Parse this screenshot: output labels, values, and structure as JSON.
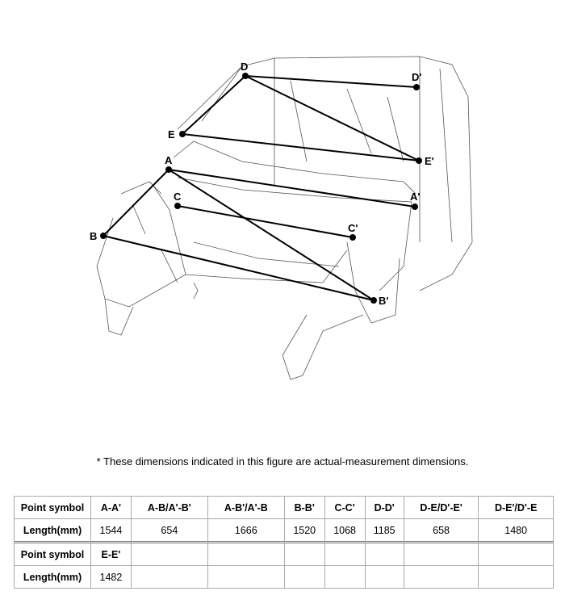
{
  "points": {
    "D": "D",
    "D_prime": "D'",
    "E": "E",
    "E_prime": "E'",
    "A": "A",
    "A_prime": "A'",
    "C": "C",
    "C_prime": "C'",
    "B": "B",
    "B_prime": "B'"
  },
  "note": "*  These dimensions indicated in this figure are actual-measurement dimensions.",
  "table": {
    "rows": [
      [
        "Point symbol",
        "A-A'",
        "A-B/A'-B'",
        "A-B'/A'-B",
        "B-B'",
        "C-C'",
        "D-D'",
        "D-E/D'-E'",
        "D-E'/D'-E"
      ],
      [
        "Length(mm)",
        "1544",
        "654",
        "1666",
        "1520",
        "1068",
        "1185",
        "658",
        "1480"
      ],
      [
        "Point symbol",
        "E-E'",
        "",
        "",
        "",
        "",
        "",
        "",
        ""
      ],
      [
        "Length(mm)",
        "1482",
        "",
        "",
        "",
        "",
        "",
        "",
        ""
      ]
    ]
  }
}
